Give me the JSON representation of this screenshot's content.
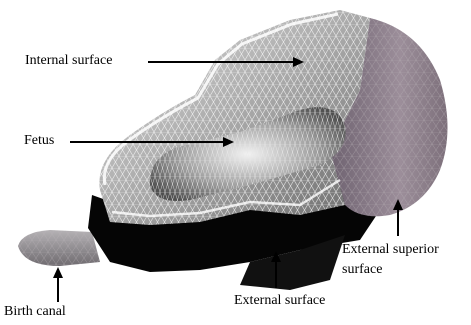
{
  "figure": {
    "labels": {
      "internal_surface": "Internal surface",
      "fetus": "Fetus",
      "external_superior_line1": "External superior",
      "external_superior_line2": "surface",
      "external_surface": "External surface",
      "birth_canal": "Birth canal"
    },
    "colors": {
      "background": "#ffffff",
      "mesh_light": "#cfcfcf",
      "mesh_mid": "#9a9a9a",
      "mesh_dark": "#4a4a4a",
      "outer_purple": "#8e7f8c",
      "shadow": "#000000",
      "text": "#000000"
    },
    "icons": [
      "arrow-right",
      "arrow-up"
    ]
  }
}
